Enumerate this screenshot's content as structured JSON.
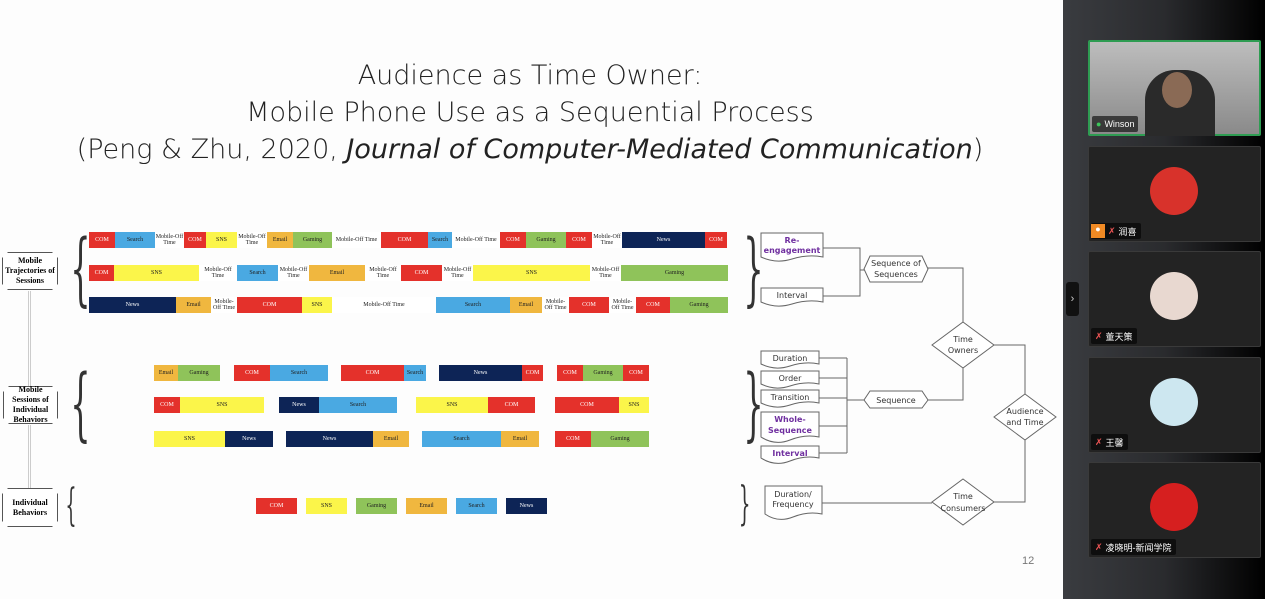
{
  "slide": {
    "title_line1": "Audience as Time Owner:",
    "title_line2": "Mobile Phone Use as a Sequential Process",
    "citation_pre": "(Peng & Zhu, 2020, ",
    "citation_journal": "Journal of Computer-Mediated Communication",
    "citation_post": ")",
    "page_number": "12",
    "levels": [
      "Mobile Trajectories of Sessions",
      "Mobile Sessions of Individual Behaviors",
      "Individual Behaviors"
    ],
    "colors": {
      "COM": "#e4312b",
      "Search": "#4aa9e2",
      "SNS": "#fbf54a",
      "Email": "#f0b73f",
      "Gaming": "#8fc35a",
      "News": "#0d2456",
      "Mobile-Off Time": "#ffffff"
    },
    "trajectories": [
      [
        [
          "COM",
          26
        ],
        [
          "Search",
          40
        ],
        [
          "Mobile-Off Time",
          29
        ],
        [
          "COM",
          22
        ],
        [
          "SNS",
          31
        ],
        [
          "Mobile-Off Time",
          30
        ],
        [
          "Email",
          26
        ],
        [
          "Gaming",
          39
        ],
        [
          "Mobile-Off Time",
          49
        ],
        [
          "COM",
          47
        ],
        [
          "Search",
          24
        ],
        [
          "Mobile-Off Time",
          48
        ],
        [
          "COM",
          26
        ],
        [
          "Gaming",
          40
        ],
        [
          "COM",
          26
        ],
        [
          "Mobile-Off Time",
          30
        ],
        [
          "News",
          83
        ],
        [
          "COM",
          22
        ]
      ],
      [
        [
          "COM",
          25
        ],
        [
          "SNS",
          85
        ],
        [
          "Mobile-Off Time",
          38
        ],
        [
          "Search",
          41
        ],
        [
          "Mobile-Off Time",
          31
        ],
        [
          "Email",
          56
        ],
        [
          "Mobile-Off Time",
          36
        ],
        [
          "COM",
          41
        ],
        [
          "Mobile-Off Time",
          31
        ],
        [
          "SNS",
          117
        ],
        [
          "Mobile-Off Time",
          31
        ],
        [
          "Gaming",
          107
        ]
      ],
      [
        [
          "News",
          87
        ],
        [
          "Email",
          35
        ],
        [
          "Mobile-Off Time",
          26
        ],
        [
          "COM",
          65
        ],
        [
          "SNS",
          30
        ],
        [
          "Mobile-Off Time",
          104
        ],
        [
          "Search",
          74
        ],
        [
          "Email",
          32
        ],
        [
          "Mobile-Off Time",
          27
        ],
        [
          "COM",
          40
        ],
        [
          "Mobile-Off Time",
          27
        ],
        [
          "COM",
          34
        ],
        [
          "Gaming",
          58
        ]
      ]
    ],
    "sessions": [
      [
        [
          [
            "Email",
            24
          ],
          [
            "Gaming",
            42
          ]
        ],
        [
          [
            "COM",
            36
          ],
          [
            "Search",
            58
          ]
        ],
        [
          [
            "COM",
            63
          ],
          [
            "Search",
            22
          ]
        ],
        [
          [
            "News",
            83
          ],
          [
            "COM",
            21
          ]
        ],
        [
          [
            "COM",
            26
          ],
          [
            "Gaming",
            40
          ],
          [
            "COM",
            26
          ]
        ]
      ],
      [
        [
          [
            "COM",
            26
          ],
          [
            "SNS",
            84
          ]
        ],
        [
          [
            "News",
            40
          ],
          [
            "Search",
            78
          ]
        ],
        [
          [
            "SNS",
            72
          ],
          [
            "COM",
            47
          ]
        ],
        [
          [
            "COM",
            64
          ],
          [
            "SNS",
            30
          ]
        ]
      ],
      [
        [
          [
            "SNS",
            71
          ],
          [
            "News",
            48
          ]
        ],
        [
          [
            "News",
            87
          ],
          [
            "Email",
            36
          ]
        ],
        [
          [
            "Search",
            79
          ],
          [
            "Email",
            38
          ]
        ],
        [
          [
            "COM",
            36
          ],
          [
            "Gaming",
            58
          ]
        ]
      ]
    ],
    "behaviors": [
      "COM",
      "SNS",
      "Gaming",
      "Email",
      "Search",
      "News"
    ],
    "diagram": {
      "reengagement": [
        "Re-",
        "engagement"
      ],
      "interval_top": "Interval",
      "sequence_of_sequences": [
        "Sequence of",
        "Sequences"
      ],
      "duration": "Duration",
      "order": "Order",
      "transition": "Transition",
      "whole_sequence": [
        "Whole-",
        "Sequence"
      ],
      "interval_mid": "Interval",
      "sequence": "Sequence",
      "time_owners": [
        "Time",
        "Owners"
      ],
      "audience_and_time": [
        "Audience",
        "and Time"
      ],
      "duration_frequency": [
        "Duration/",
        "Frequency"
      ],
      "time_consumers": [
        "Time",
        "Consumers"
      ]
    }
  },
  "participants": [
    {
      "name": "Winson",
      "mic": "on",
      "avatar": "#c9c9c9"
    },
    {
      "name": "润喜",
      "mic": "muted",
      "avatar": "#d8322b",
      "host_badge": true
    },
    {
      "name": "董天策",
      "mic": "muted",
      "avatar": "#e8d8d0"
    },
    {
      "name": "王馨",
      "mic": "muted",
      "avatar": "#cde7f0"
    },
    {
      "name": "凌晓明-新闻学院",
      "mic": "muted",
      "avatar": "#d61f1f"
    }
  ],
  "panel": {
    "collapse_icon": "chevron-right-icon"
  }
}
